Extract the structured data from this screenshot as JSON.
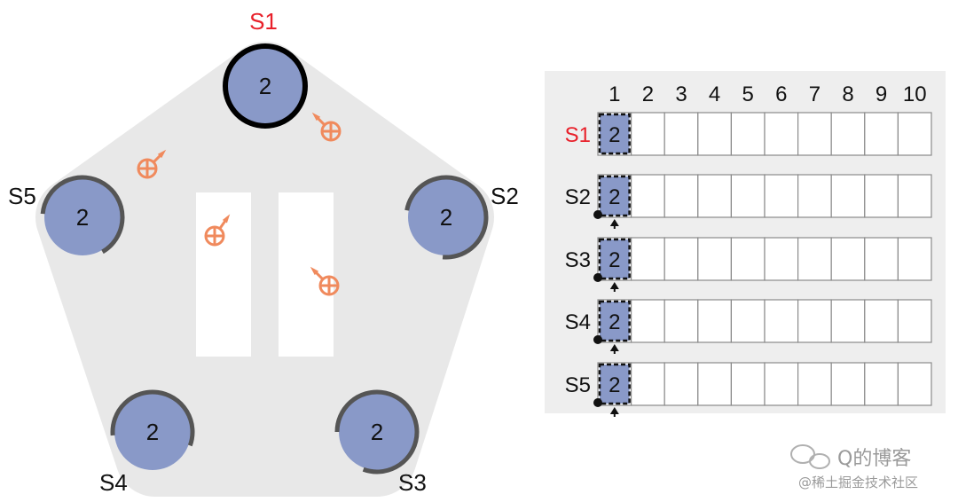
{
  "cluster": {
    "leader": "S1",
    "servers": [
      {
        "id": "S1",
        "term": "2",
        "role": "leader"
      },
      {
        "id": "S2",
        "term": "2",
        "role": "follower"
      },
      {
        "id": "S3",
        "term": "2",
        "role": "follower"
      },
      {
        "id": "S4",
        "term": "2",
        "role": "follower"
      },
      {
        "id": "S5",
        "term": "2",
        "role": "follower"
      }
    ]
  },
  "log_table": {
    "indices": [
      "1",
      "2",
      "3",
      "4",
      "5",
      "6",
      "7",
      "8",
      "9",
      "10"
    ],
    "rows": [
      {
        "server": "S1",
        "entries": [
          "2"
        ],
        "leader": true
      },
      {
        "server": "S2",
        "entries": [
          "2"
        ],
        "leader": false
      },
      {
        "server": "S3",
        "entries": [
          "2"
        ],
        "leader": false
      },
      {
        "server": "S4",
        "entries": [
          "2"
        ],
        "leader": false
      },
      {
        "server": "S5",
        "entries": [
          "2"
        ],
        "leader": false
      }
    ]
  },
  "colors": {
    "leader_label": "#e8202a",
    "node": "#8999c8",
    "message": "#f08a5d",
    "cluster_background": "#e8e8e8"
  },
  "watermark": {
    "line1": "Q的博客",
    "line2": "@稀土掘金技术社区"
  }
}
